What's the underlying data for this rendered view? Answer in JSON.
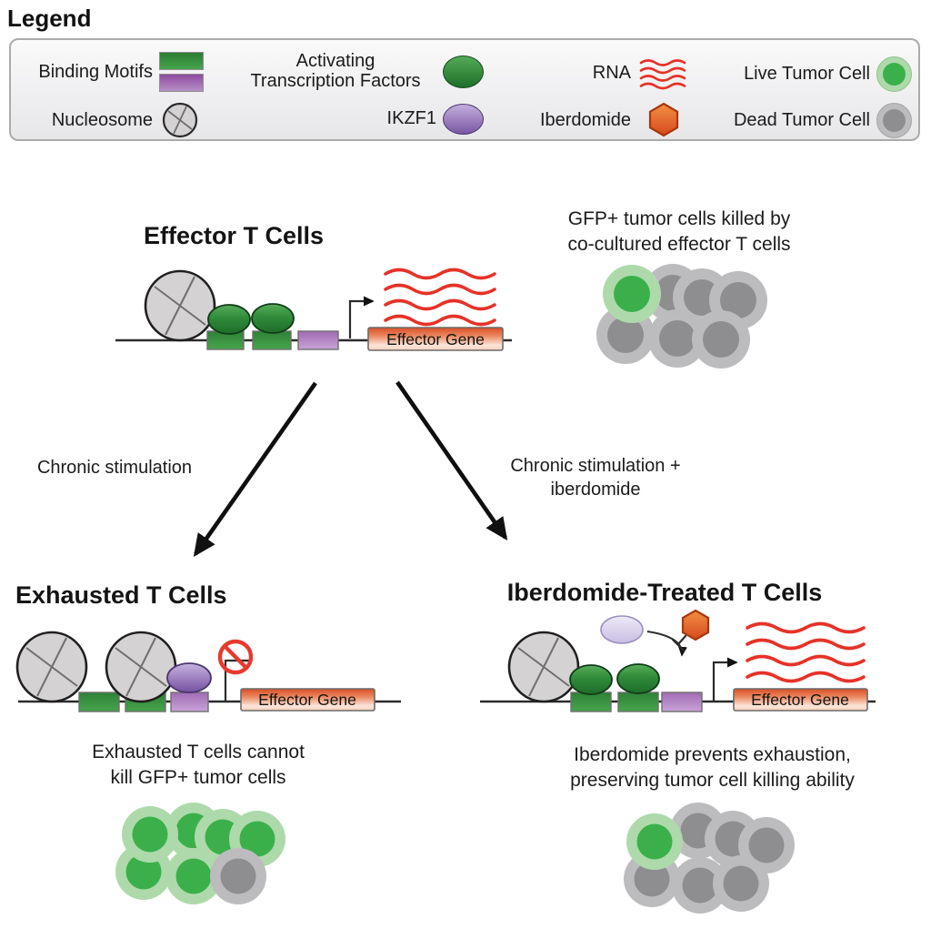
{
  "legend": {
    "title": "Legend",
    "items": {
      "binding_motifs": "Binding Motifs",
      "nucleosome": "Nucleosome",
      "activating_tf": "Activating\nTranscription Factors",
      "ikzf1": "IKZF1",
      "rna": "RNA",
      "iberdomide": "Iberdomide",
      "live_tumor_cell": "Live Tumor Cell",
      "dead_tumor_cell": "Dead Tumor Cell"
    }
  },
  "sections": {
    "effector": {
      "title": "Effector T Cells",
      "gene_label": "Effector Gene",
      "caption": "GFP+ tumor cells killed by\nco-cultured effector T cells"
    },
    "exhausted": {
      "title": "Exhausted T Cells",
      "gene_label": "Effector Gene",
      "caption": "Exhausted T cells cannot\nkill GFP+ tumor cells"
    },
    "iberdomide": {
      "title": "Iberdomide-Treated T Cells",
      "gene_label": "Effector Gene",
      "caption": "Iberdomide prevents exhaustion,\npreserving tumor cell killing ability"
    }
  },
  "arrows": {
    "left_label": "Chronic stimulation",
    "right_label": "Chronic stimulation +\niberdomide"
  },
  "tumor_clusters": {
    "effector": {
      "live": 1,
      "dead": 6
    },
    "exhausted": {
      "live": 6,
      "dead": 1
    },
    "iberdomide": {
      "live": 1,
      "dead": 6
    }
  },
  "colors": {
    "motif_green": "#2e8136",
    "motif_purple": "#9b5bad",
    "tf_green": "#2f8b3a",
    "ikzf1_purple": "#7a57a3",
    "ikzf1_degraded": "#cfc6e6",
    "rna_red": "#e63228",
    "iberdomide_orange": "#d5491d",
    "live_cell_green": "#3bb04a",
    "live_cell_ring": "#aedaab",
    "dead_cell_gray": "#8e8e91",
    "dead_cell_ring": "#bcbcbe",
    "nucleosome_gray": "#d4d2d3"
  }
}
